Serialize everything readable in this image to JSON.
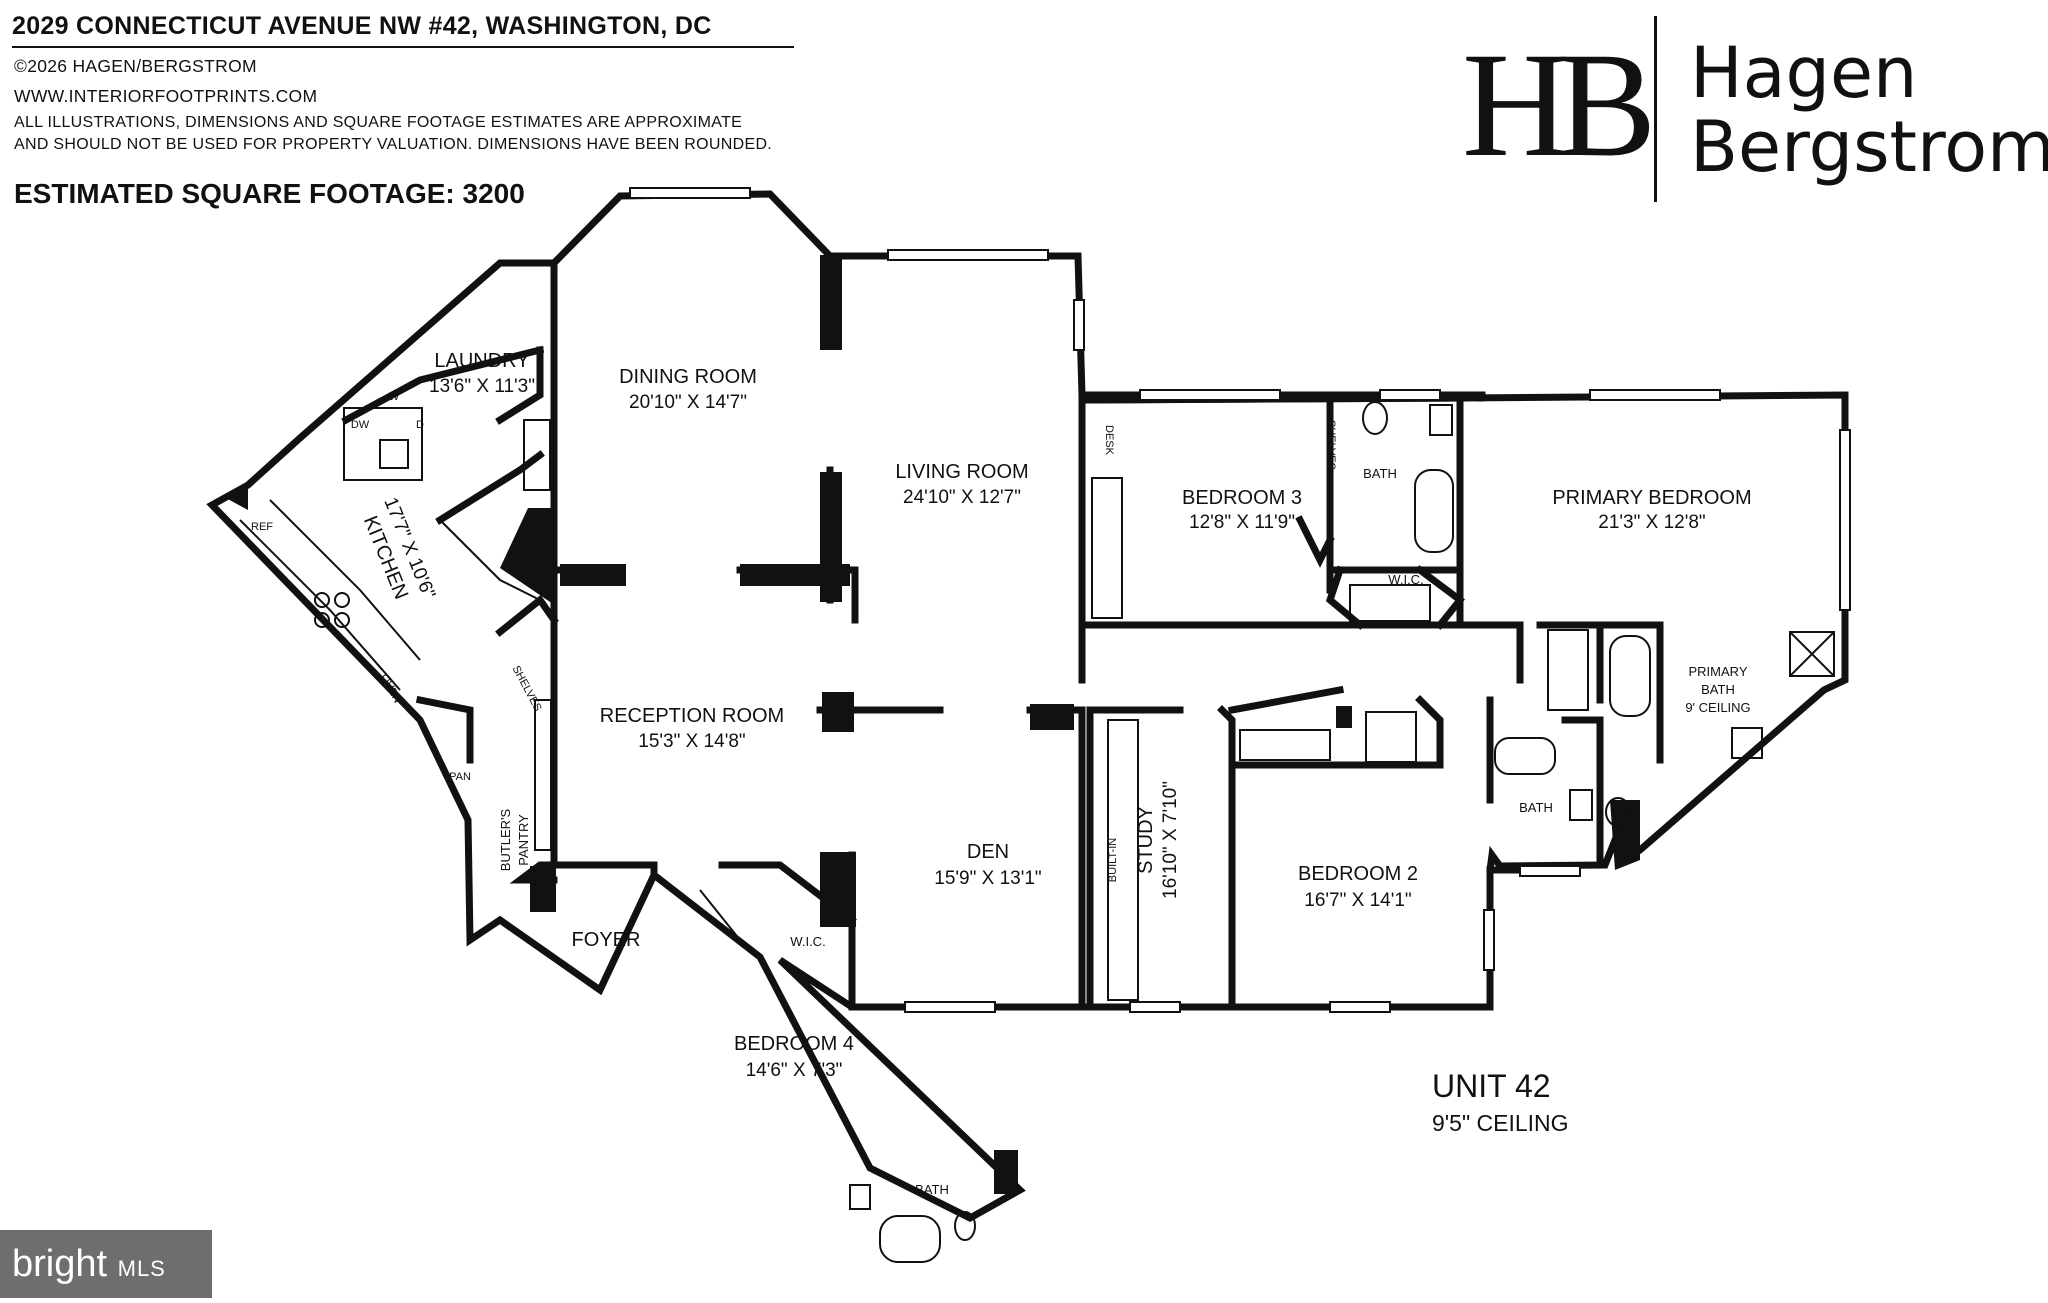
{
  "header": {
    "address": "2029 CONNECTICUT AVENUE NW #42, WASHINGTON, DC",
    "copyright": "©2026 HAGEN/BERGSTROM",
    "website": "WWW.INTERIORFOOTPRINTS.COM",
    "disclaimer_line1": "ALL ILLUSTRATIONS, DIMENSIONS AND SQUARE FOOTAGE ESTIMATES ARE APPROXIMATE",
    "disclaimer_line2": "AND  SHOULD NOT BE USED FOR PROPERTY VALUATION. DIMENSIONS HAVE BEEN ROUNDED.",
    "square_footage": "ESTIMATED SQUARE FOOTAGE: 3200"
  },
  "logo": {
    "monogram": "HB",
    "name_line1": "Hagen",
    "name_line2": "Bergstrom"
  },
  "unit": {
    "label": "UNIT 42",
    "ceiling": "9'5\" CEILING"
  },
  "watermark": {
    "brand": "bright",
    "suffix": "MLS"
  },
  "rooms": {
    "laundry": {
      "name": "LAUNDRY",
      "dims": "13'6\" X 11'3\""
    },
    "dining": {
      "name": "DINING ROOM",
      "dims": "20'10\" X 14'7\""
    },
    "living": {
      "name": "LIVING ROOM",
      "dims": "24'10\" X 12'7\""
    },
    "kitchen": {
      "name": "KITCHEN",
      "dims": "17'7\" X 10'6\""
    },
    "reception": {
      "name": "RECEPTION ROOM",
      "dims": "15'3\" X 14'8\""
    },
    "den": {
      "name": "DEN",
      "dims": "15'9\" X 13'1\""
    },
    "foyer": {
      "name": "FOYER"
    },
    "butlers_pantry": {
      "name_line1": "BUTLER'S",
      "name_line2": "PANTRY"
    },
    "bedroom4": {
      "name": "BEDROOM 4",
      "dims": "14'6\" X 7'3\""
    },
    "bedroom3": {
      "name": "BEDROOM 3",
      "dims": "12'8\" X 11'9\""
    },
    "primary_bedroom": {
      "name": "PRIMARY BEDROOM",
      "dims": "21'3\" X 12'8\""
    },
    "primary_bath": {
      "line1": "PRIMARY",
      "line2": "BATH",
      "line3": "9' CEILING"
    },
    "study": {
      "name": "STUDY",
      "dims": "16'10\" X 7'10\""
    },
    "bedroom2": {
      "name": "BEDROOM 2",
      "dims": "16'7\" X 14'1\""
    }
  },
  "fixtures": {
    "bath": "BATH",
    "wic": "W.I.C.",
    "desk": "DESK",
    "shelves": "SHELVES",
    "built_in": "BUILT-IN",
    "ref": "REF",
    "oven": "OVEN",
    "pan": "PAN",
    "dw": "DW",
    "w": "W",
    "d": "D"
  }
}
